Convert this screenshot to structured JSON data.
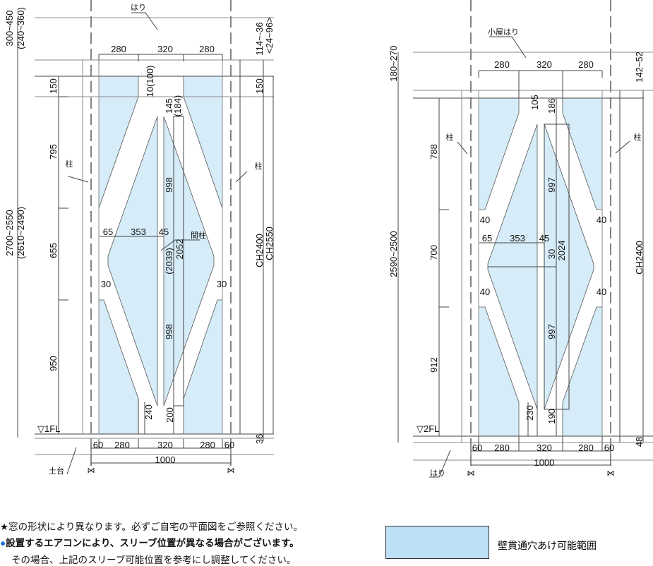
{
  "colors": {
    "sleeve_area": "#d6ecf8",
    "legend_fill": "#bde0f7",
    "bullet": "#1a6fd0"
  },
  "left": {
    "beam": "はり",
    "pillar_l": "柱",
    "pillar_r": "柱",
    "stud": "間柱",
    "sill": "土台",
    "floor": "▽1FL",
    "top_dims": [
      "280",
      "320",
      "280"
    ],
    "h_top": "300~450",
    "h_top_alt": "(240~360)",
    "h_total": "2700~2550",
    "h_total_alt": "(2610~2490)",
    "v_dims": [
      "150",
      "795",
      "655",
      "950"
    ],
    "gap_top": "10(100)",
    "stud_top": "145",
    "stud_top_alt": "(184)",
    "stud_upper": "998",
    "stud_lower": "998",
    "stud_total_alt": "(2039)",
    "stud_total": "2052",
    "mid_dims": [
      "65",
      "353",
      "45"
    ],
    "notch_l": "30",
    "notch_r": "30",
    "right_top": "114~-36",
    "right_top_alt": "<24~96>",
    "right_150": "150",
    "ch1": "CH2400",
    "ch2": "CH2550",
    "bottom_gap": "36",
    "bottom_l": "240",
    "bottom_r": "200",
    "bottom_dims": [
      "60",
      "280",
      "320",
      "280",
      "60"
    ],
    "width": "1000"
  },
  "right": {
    "beam": "小屋はり",
    "pillar_l": "柱",
    "pillar_r": "柱",
    "floor": "▽2FL",
    "beam_bottom": "はり",
    "top_dims": [
      "280",
      "320",
      "280"
    ],
    "h_top": "180~270",
    "h_total": "2590~2500",
    "right_top": "142~52",
    "v_dims": [
      "788",
      "700",
      "912"
    ],
    "gap_top": "105",
    "stud_top": "186",
    "stud_upper": "997",
    "stud_lower": "997",
    "center": "30",
    "stud_total": "2024",
    "notches": [
      "40",
      "40",
      "40",
      "40"
    ],
    "mid_dims": [
      "65",
      "353",
      "45"
    ],
    "ch": "CH2400",
    "bottom_gap": "48",
    "bottom_l": "230",
    "bottom_r": "190",
    "bottom_dims": [
      "60",
      "280",
      "320",
      "280",
      "60"
    ],
    "width": "1000"
  },
  "notes": {
    "line1": "★窓の形状により異なります。必ずご自宅の平面図をご参照ください。",
    "bullet": "●",
    "line2": "設置するエアコンにより、スリーブ位置が異なる場合がございます。",
    "line3": "その場合、上記のスリーブ可能位置を参考にし調整してください。"
  },
  "legend": {
    "label": "壁貫通穴あけ可能範囲"
  }
}
